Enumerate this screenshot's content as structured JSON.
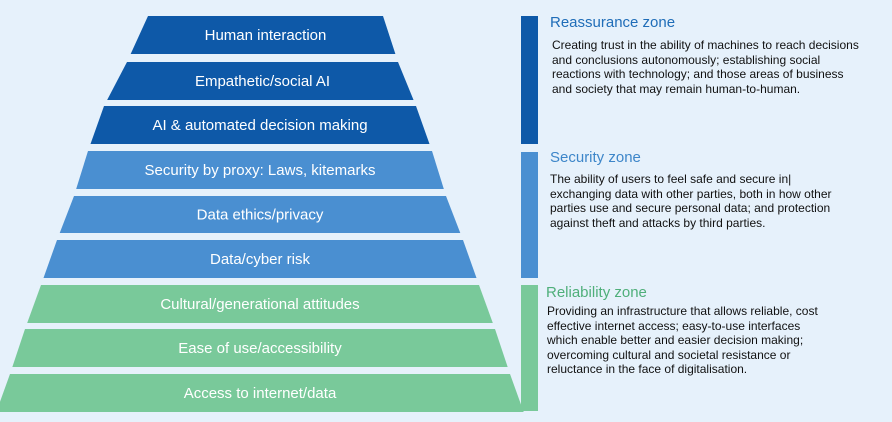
{
  "colors": {
    "background": "#e6f1fb",
    "reassurance": "#0e59a8",
    "security": "#4a8fd1",
    "reliability": "#79c99a",
    "reassurance_title": "#1f6db8",
    "security_title": "#3d86c9",
    "reliability_title": "#4faf7a",
    "tier_text": "#ffffff"
  },
  "tiers": [
    {
      "label": "Human interaction",
      "zone": "reassurance"
    },
    {
      "label": "Empathetic/social AI",
      "zone": "reassurance"
    },
    {
      "label": "AI & automated decision making",
      "zone": "reassurance"
    },
    {
      "label": "Security by proxy: Laws, kitemarks",
      "zone": "security"
    },
    {
      "label": "Data ethics/privacy",
      "zone": "security"
    },
    {
      "label": "Data/cyber risk",
      "zone": "security"
    },
    {
      "label": "Cultural/generational attitudes",
      "zone": "reliability"
    },
    {
      "label": "Ease of use/accessibility",
      "zone": "reliability"
    },
    {
      "label": "Access to internet/data",
      "zone": "reliability"
    }
  ],
  "zones": {
    "reassurance": {
      "title": "Reassurance zone",
      "lines": [
        "Creating trust in the ability of machines to reach decisions",
        "and conclusions autonomously; establishing social",
        "reactions with technology; and those areas of business",
        "and society that may remain human-to-human."
      ]
    },
    "security": {
      "title": "Security zone",
      "lines": [
        "The ability of users to feel safe and secure in|",
        "exchanging data with other parties, both in how other",
        "parties use and secure personal data; and protection",
        "against theft and attacks by third parties."
      ]
    },
    "reliability": {
      "title": "Reliability zone",
      "lines": [
        "Providing an infrastructure that allows reliable, cost",
        "effective internet access; easy-to-use interfaces",
        "which enable better and easier decision making;",
        "overcoming cultural and societal resistance or",
        "reluctance in the face of digitalisation."
      ]
    }
  }
}
